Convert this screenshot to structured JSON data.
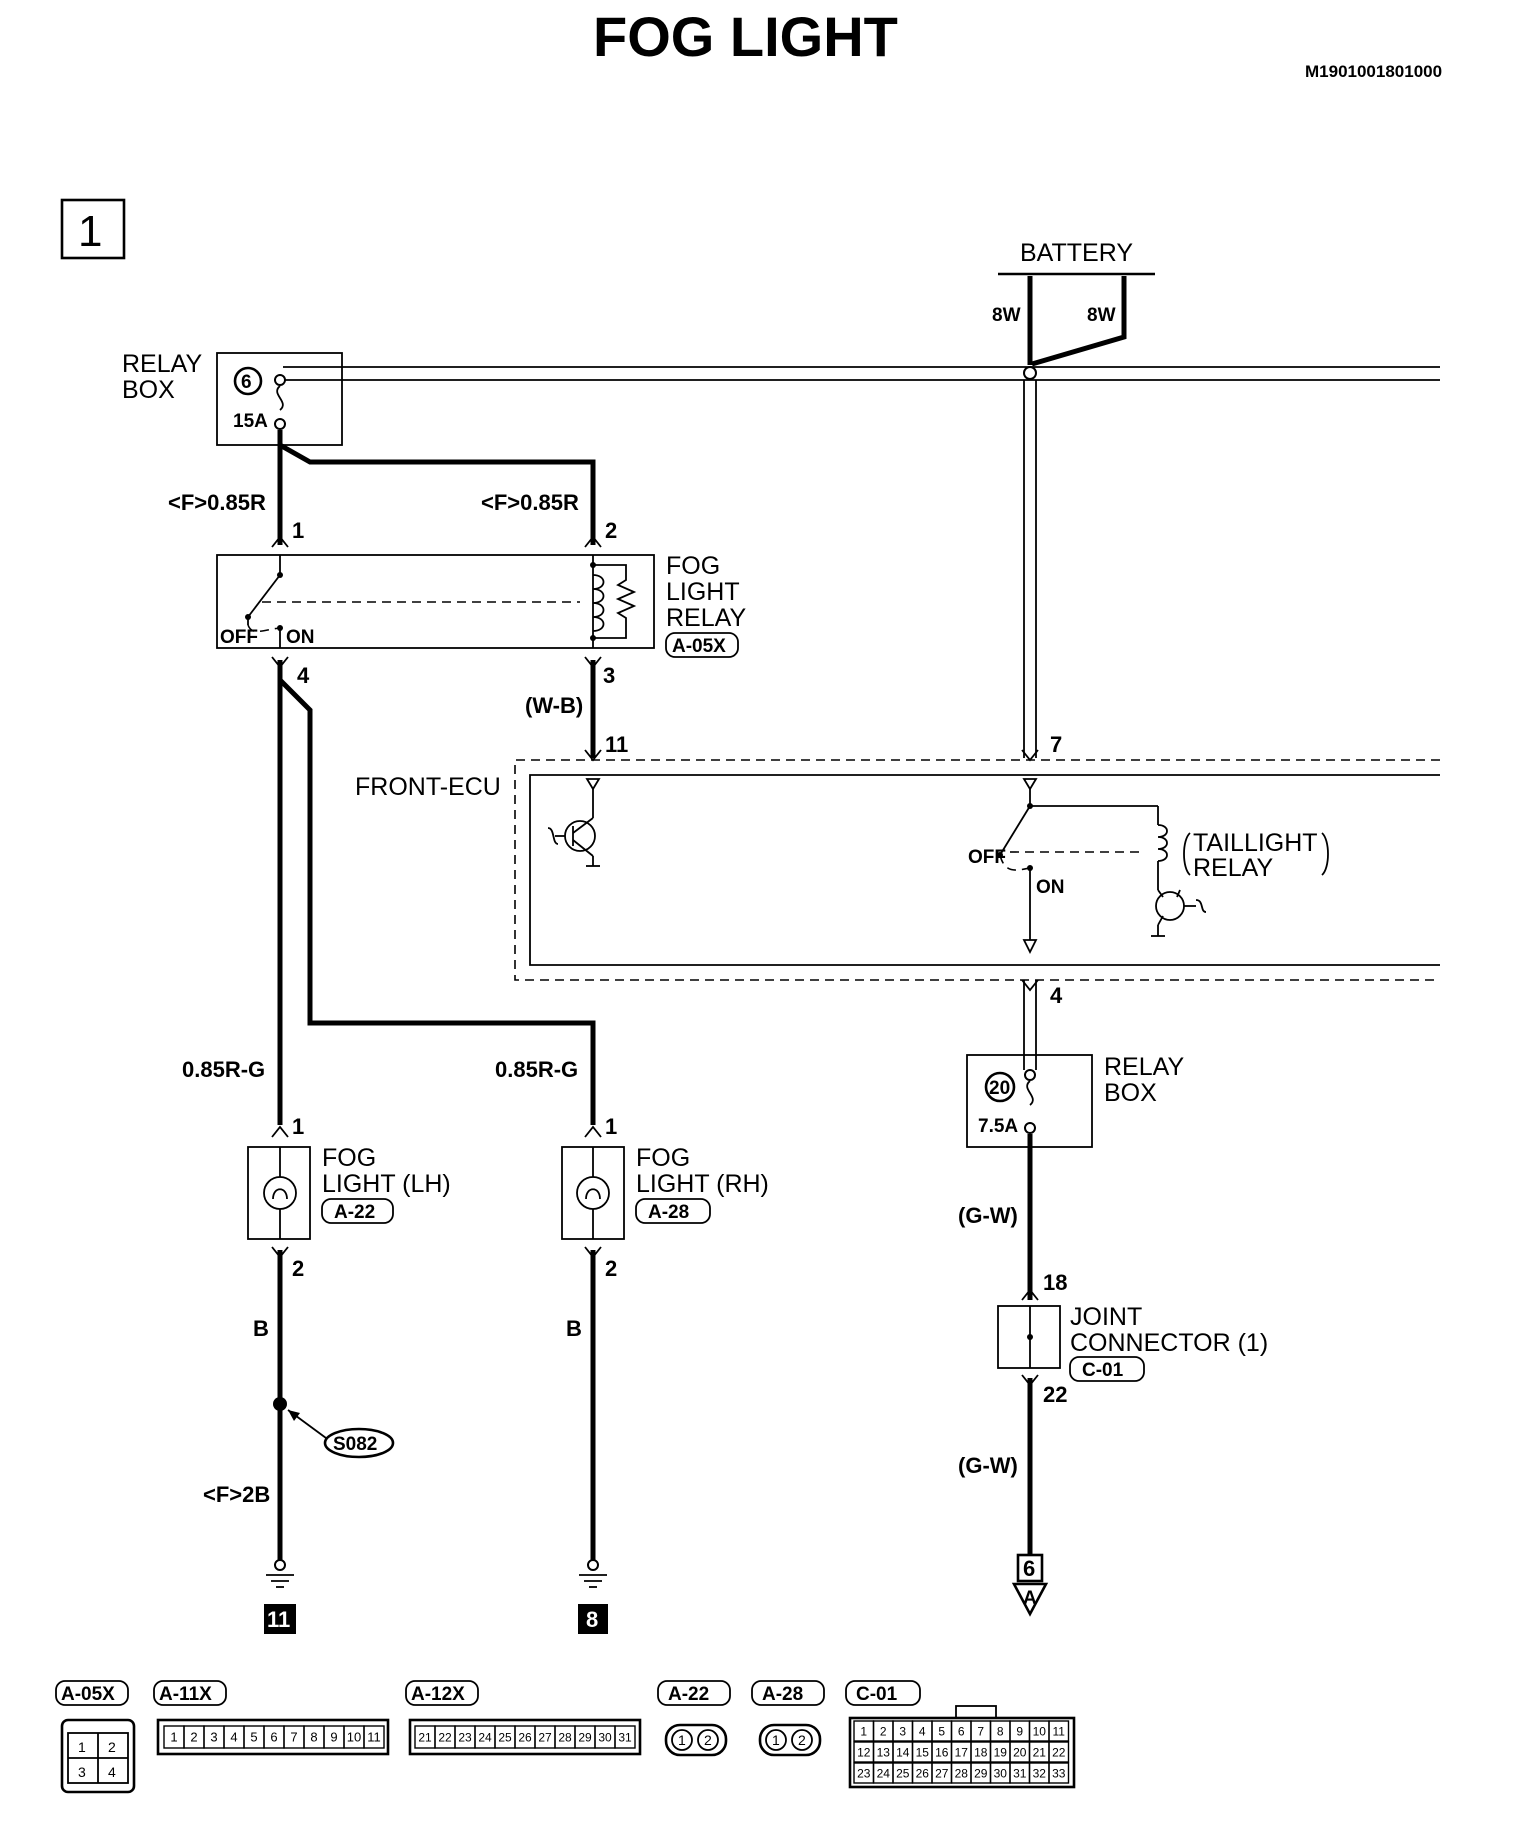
{
  "title": "FOG LIGHT",
  "doc_code": "M1901001801000",
  "section_number": "1",
  "components": {
    "battery": "BATTERY",
    "battery_wire_left": "8W",
    "battery_wire_right": "8W",
    "relay_box_top": [
      "RELAY",
      "BOX"
    ],
    "fuse_top_number": "6",
    "fuse_top_rating": "15A",
    "fog_relay": [
      "FOG",
      "LIGHT",
      "RELAY"
    ],
    "fog_relay_code": "A-05X",
    "relay_off": "OFF",
    "relay_on": "ON",
    "front_ecu": "FRONT-ECU",
    "taillight_relay": [
      "TAILLIGHT",
      "RELAY"
    ],
    "ecu_off": "OFF",
    "ecu_on": "ON",
    "relay_box_bottom": [
      "RELAY",
      "BOX"
    ],
    "fuse_bottom_number": "20",
    "fuse_bottom_rating": "7.5A",
    "fog_lh": [
      "FOG",
      "LIGHT (LH)"
    ],
    "fog_lh_code": "A-22",
    "fog_rh": [
      "FOG",
      "LIGHT (RH)"
    ],
    "fog_rh_code": "A-28",
    "joint_connector": [
      "JOINT",
      "CONNECTOR (1)"
    ],
    "joint_connector_code": "C-01",
    "splice": "S082"
  },
  "wires": {
    "relay_pin1_wire": "<F>0.85R",
    "relay_pin2_wire": "<F>0.85R",
    "relay_pin3_wire": "(W-B)",
    "lh_feed_wire": "0.85R-G",
    "rh_feed_wire": "0.85R-G",
    "lh_ground_wire": "B",
    "rh_ground_wire": "B",
    "splice_ground_wire": "<F>2B",
    "fuse20_out_wire": "(G-W)",
    "joint_out_wire": "(G-W)"
  },
  "pins": {
    "relay_p1": "1",
    "relay_p2": "2",
    "relay_p4": "4",
    "relay_p3": "3",
    "ecu_p11": "11",
    "ecu_p7": "7",
    "ecu_p4": "4",
    "lh_p1": "1",
    "lh_p2": "2",
    "rh_p1": "1",
    "rh_p2": "2",
    "jc_p18": "18",
    "jc_p22": "22"
  },
  "grounds": {
    "left": "11",
    "middle": "8"
  },
  "offpage": {
    "number": "6",
    "letter": "A"
  },
  "connector_views": {
    "a05x": {
      "code": "A-05X",
      "pins": [
        "1",
        "2",
        "3",
        "4"
      ]
    },
    "a11x": {
      "code": "A-11X",
      "pins": [
        "1",
        "2",
        "3",
        "4",
        "5",
        "6",
        "7",
        "8",
        "9",
        "10",
        "11"
      ]
    },
    "a12x": {
      "code": "A-12X",
      "pins": [
        "21",
        "22",
        "23",
        "24",
        "25",
        "26",
        "27",
        "28",
        "29",
        "30",
        "31"
      ]
    },
    "a22": {
      "code": "A-22",
      "pins": [
        "1",
        "2"
      ]
    },
    "a28": {
      "code": "A-28",
      "pins": [
        "1",
        "2"
      ]
    },
    "c01": {
      "code": "C-01",
      "rows": [
        [
          "1",
          "2",
          "3",
          "4",
          "5",
          "6",
          "7",
          "8",
          "9",
          "10",
          "11"
        ],
        [
          "12",
          "13",
          "14",
          "15",
          "16",
          "17",
          "18",
          "19",
          "20",
          "21",
          "22"
        ],
        [
          "23",
          "24",
          "25",
          "26",
          "27",
          "28",
          "29",
          "30",
          "31",
          "32",
          "33"
        ]
      ]
    }
  }
}
